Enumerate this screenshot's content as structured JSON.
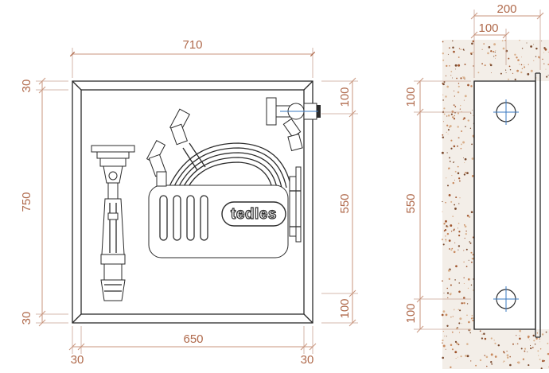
{
  "dimensions": {
    "front_width_outer": "710",
    "front_width_inner": "650",
    "front_height_outer": "750",
    "front_height_inner": "550",
    "frame_top": "30",
    "frame_bottom": "30",
    "frame_left": "30",
    "frame_right": "30",
    "right_top_offset": "100",
    "right_bottom_offset": "100",
    "side_depth_total": "200",
    "side_depth_inner": "100",
    "side_top_offset": "100",
    "side_height": "550",
    "side_bottom_offset": "100"
  },
  "brand": {
    "logo_text": "tedles"
  },
  "colors": {
    "dimension": "#b06a4c",
    "line": "#2b2b2b",
    "wall_speckle": "#a0562e",
    "mount_hole": "#3a78c2"
  }
}
